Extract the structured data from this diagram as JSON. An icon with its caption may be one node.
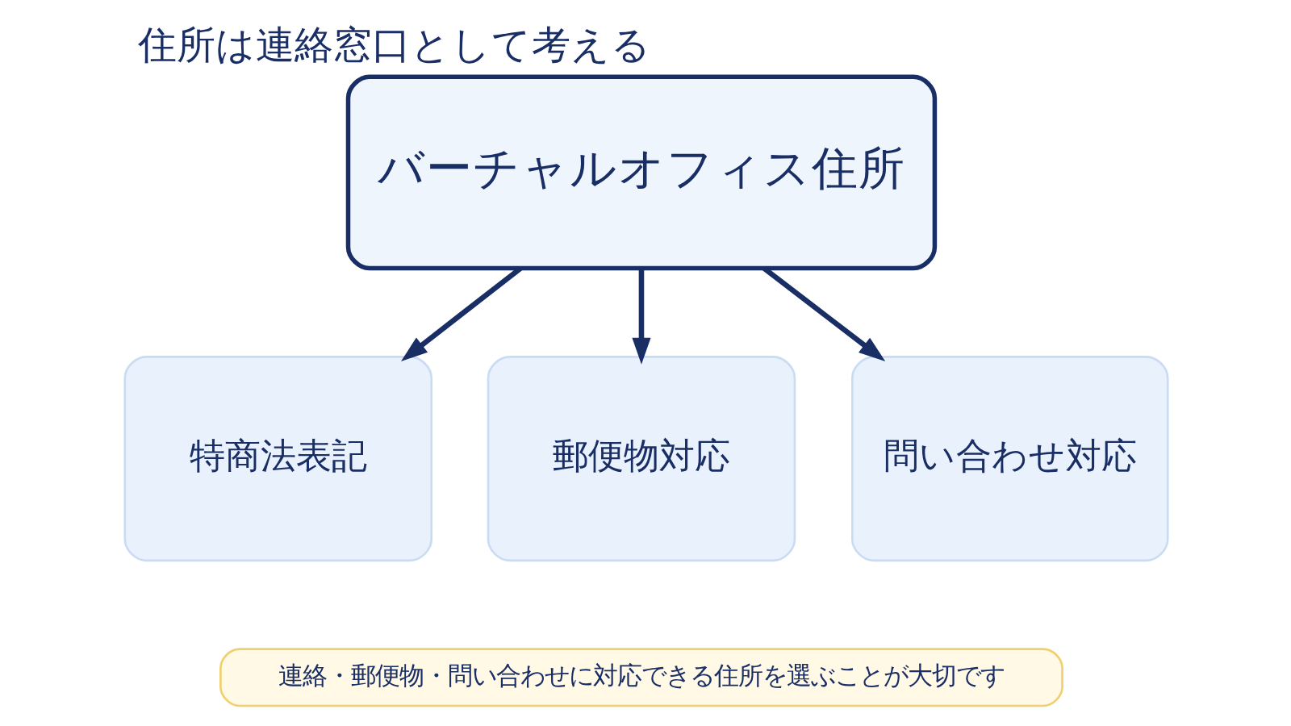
{
  "diagram": {
    "title": "住所は連絡窓口として考える",
    "nodes": [
      {
        "text": [
          "バーチャルオフィス住所"
        ]
      },
      {
        "text": [
          "特商法表記"
        ]
      },
      {
        "text": [
          "郵便物対応"
        ]
      },
      {
        "text": [
          "問い合わせ対応"
        ]
      },
      {
        "text": [
          "連絡・郵便物・問い合わせに対応できる住所を選ぶことが大切です"
        ]
      }
    ],
    "edges": [
      {
        "from": 0,
        "to": 1,
        "arrow": "to"
      },
      {
        "from": 0,
        "to": 2,
        "arrow": "to"
      },
      {
        "from": 0,
        "to": 3,
        "arrow": "to"
      }
    ]
  }
}
